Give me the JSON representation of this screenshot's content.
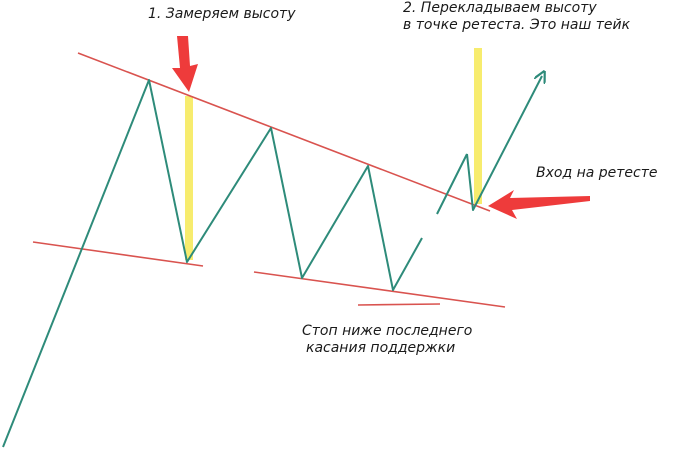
{
  "annotations": {
    "step1": "1. Замеряем высоту",
    "step2_line1": "2. Перекладываем высоту",
    "step2_line2": "в точке ретеста. Это наш тейк",
    "entry": "Вход на ретесте",
    "stop_line1": "Стоп ниже последнего",
    "stop_line2": "касания поддержки"
  },
  "colors": {
    "price_line": "#2e8b7a",
    "trend_lines": "#d9534f",
    "height_bars": "#f7ec6e",
    "arrows": "#ee3b3b",
    "text": "#1a1a1a"
  }
}
